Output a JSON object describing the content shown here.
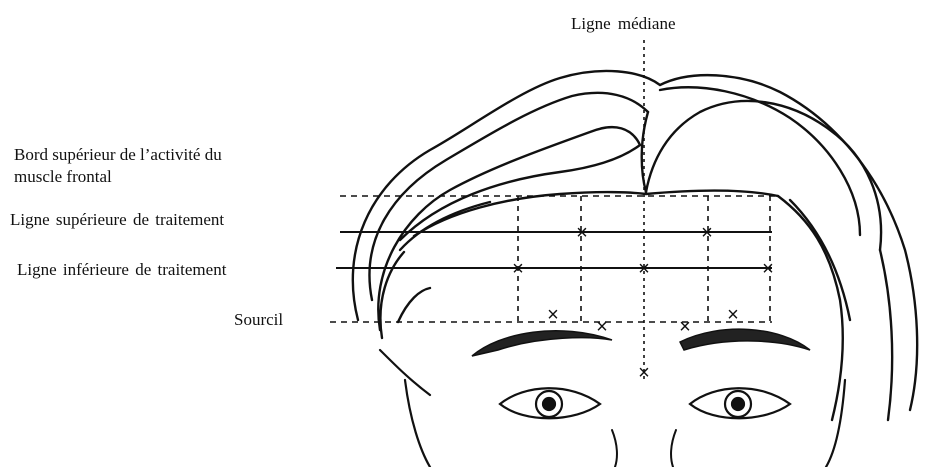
{
  "labels": {
    "midline": "Ligne médiane",
    "upper_edge_line1": "Bord supérieur de l’activité du",
    "upper_edge_line2": "muscle frontal",
    "upper_treatment_line": "Ligne supérieure de traitement",
    "lower_treatment_line": "Ligne inférieure de traitement",
    "eyebrow": "Sourcil"
  },
  "injection_marker": "×",
  "colors": {
    "ink": "#111111",
    "background": "#ffffff"
  }
}
